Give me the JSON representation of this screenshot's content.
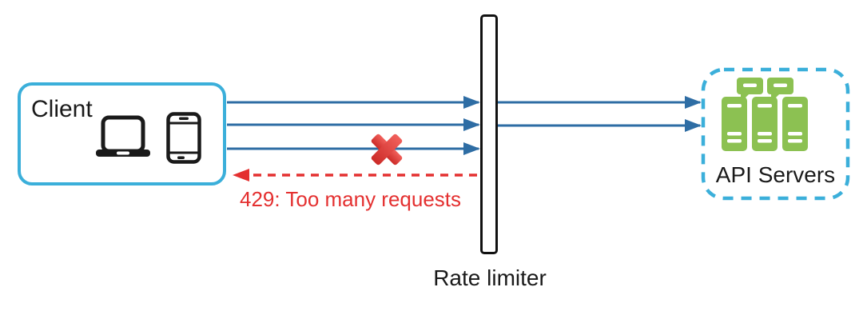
{
  "client": {
    "label": "Client",
    "icons": [
      "laptop-icon",
      "smartphone-icon"
    ]
  },
  "rate_limiter": {
    "label": "Rate limiter"
  },
  "api_servers": {
    "label": "API Servers",
    "icon": "server-cluster-icon"
  },
  "rejection": {
    "label": "429: Too many requests",
    "status_code": "429"
  },
  "flows": {
    "requests_sent": 3,
    "requests_passed": 2,
    "requests_blocked": 1
  },
  "colors": {
    "container_border_cyan": "#3BAFDA",
    "arrow_blue": "#2E6DA4",
    "server_green": "#8CC152",
    "error_red": "#E43030",
    "bar_outline": "#111111",
    "text_black": "#1a1a1a"
  }
}
